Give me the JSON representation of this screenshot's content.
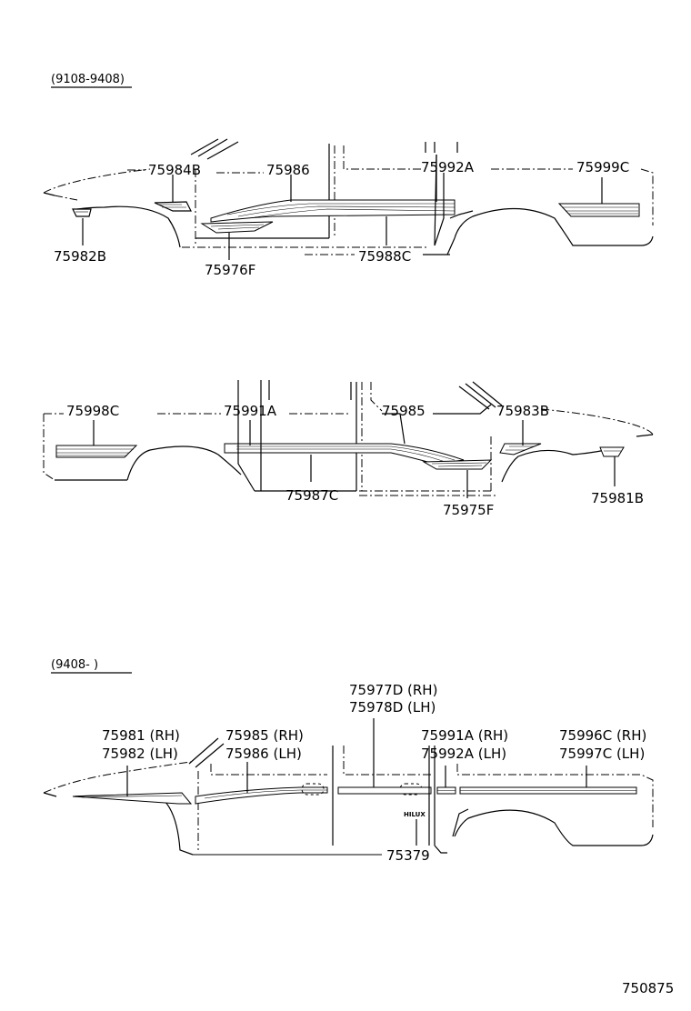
{
  "sections": {
    "section1_range": "(9108-9408)",
    "section3_range": "(9408-        )"
  },
  "diagram1": {
    "p75984b": "75984B",
    "p75986": "75986",
    "p75992a": "75992A",
    "p75999c": "75999C",
    "p75982b": "75982B",
    "p75976f": "75976F",
    "p75988c": "75988C"
  },
  "diagram2": {
    "p75998c": "75998C",
    "p75991a": "75991A",
    "p75985": "75985",
    "p75983b": "75983B",
    "p75987c": "75987C",
    "p75975f": "75975F",
    "p75981b": "75981B"
  },
  "diagram3": {
    "p75977d": "75977D (RH)",
    "p75978d": "75978D (LH)",
    "p75981": "75981 (RH)",
    "p75982": "75982 (LH)",
    "p75985": "75985 (RH)",
    "p75986": "75986 (LH)",
    "p75991a": "75991A (RH)",
    "p75992a": "75992A (LH)",
    "p75996c": "75996C (RH)",
    "p75997c": "75997C (LH)",
    "p75379": "75379",
    "emblem": "HILUX"
  },
  "figure_number": "750875"
}
